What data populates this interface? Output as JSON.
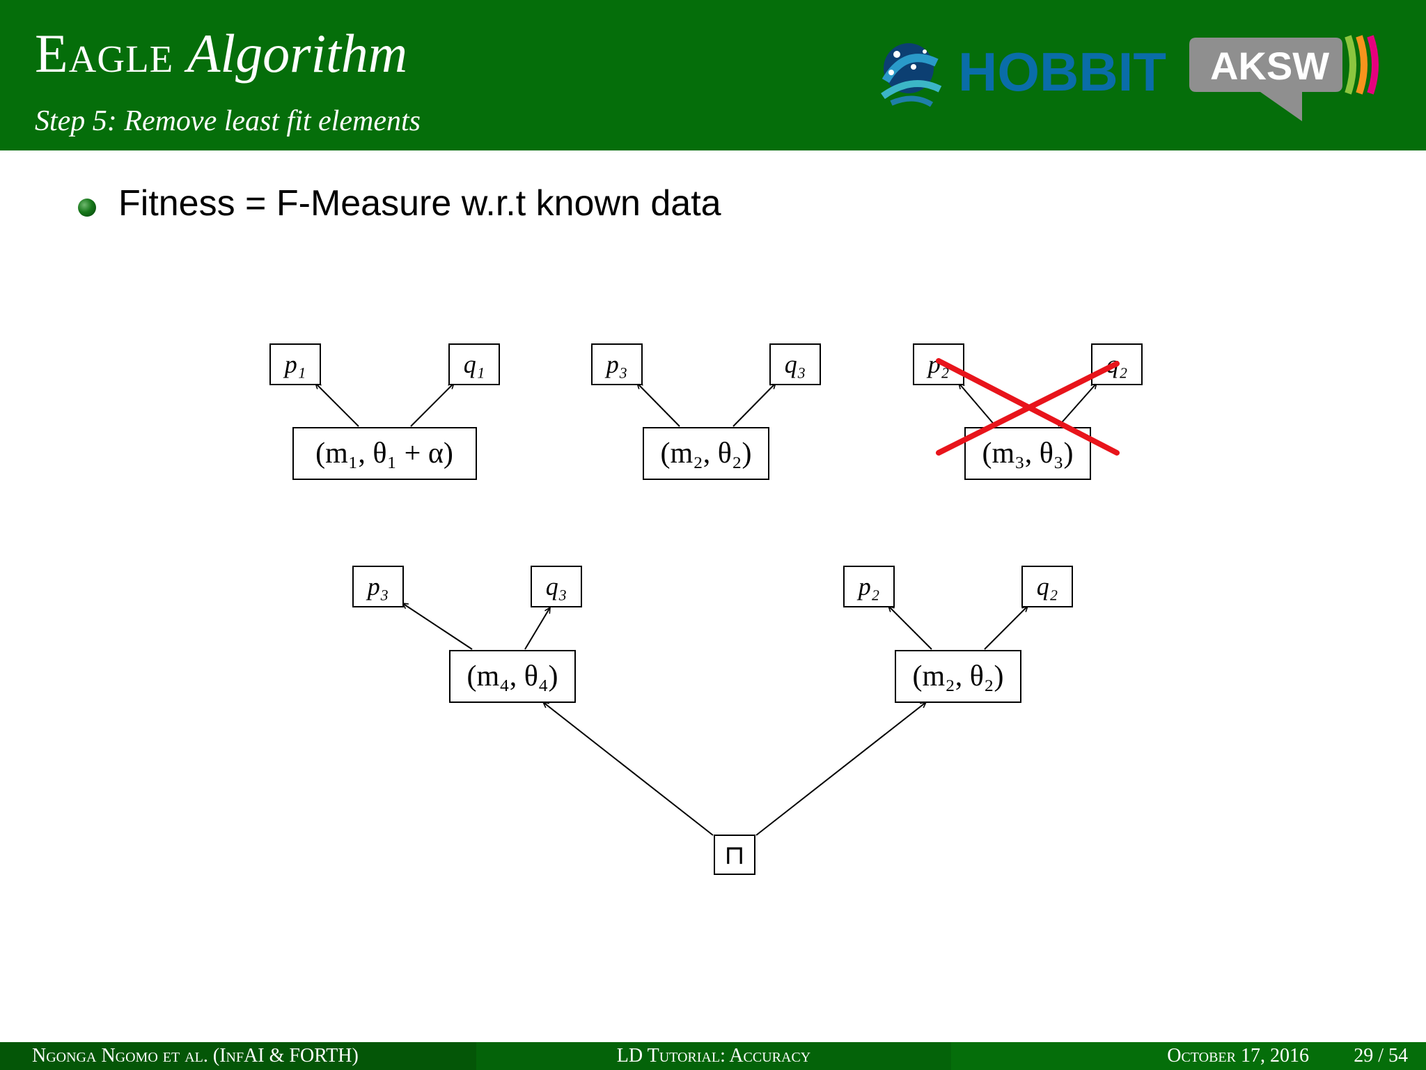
{
  "header": {
    "title_main": "Eagle",
    "title_em": "Algorithm",
    "subtitle": "Step 5: Remove least fit elements",
    "logo_hobbit": "HOBBIT",
    "logo_aksw": "AKSW"
  },
  "body": {
    "bullet": "Fitness = F-Measure w.r.t known data"
  },
  "diagram": {
    "top_trees": [
      {
        "root": "(m₁, θ₁ + α)",
        "left": "p₁",
        "right": "q₁",
        "removed": false
      },
      {
        "root": "(m₂, θ₂)",
        "left": "p₃",
        "right": "q₃",
        "removed": false
      },
      {
        "root": "(m₃, θ₃)",
        "left": "p₂",
        "right": "q₂",
        "removed": true
      }
    ],
    "bottom_tree": {
      "root": "⊓",
      "left_node": {
        "label": "(m₄, θ₄)",
        "left": "p₃",
        "right": "q₃"
      },
      "right_node": {
        "label": "(m₂, θ₂)",
        "left": "p₂",
        "right": "q₂"
      }
    },
    "cross_color": "#e8141b"
  },
  "footer": {
    "left": "Ngonga Ngomo et al. (InfAI & FORTH)",
    "middle": "LD Tutorial: Accuracy",
    "date": "October 17, 2016",
    "page": "29 / 54"
  }
}
